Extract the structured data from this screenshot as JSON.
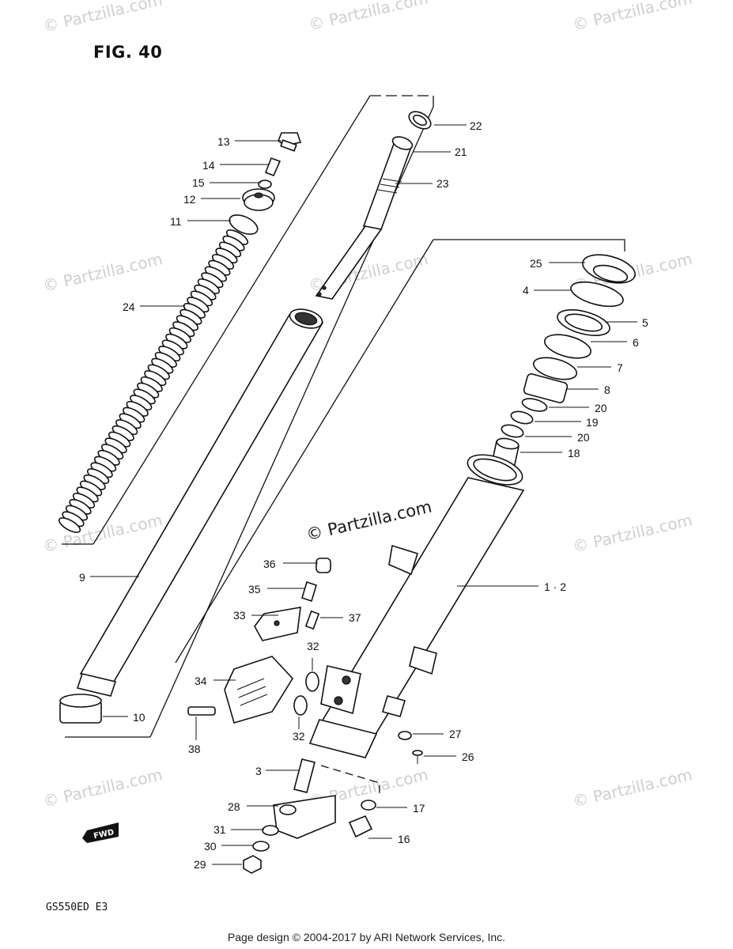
{
  "figure": {
    "title": "FIG. 40",
    "model": "GS550ED  E3"
  },
  "footer": {
    "text": "Page design © 2004-2017 by ARI Network Services, Inc."
  },
  "watermark": {
    "text": "© Partzilla.com",
    "main_text": "© Partzilla.com"
  },
  "direction_badge": {
    "text": "FWD"
  },
  "callouts": [
    {
      "id": "c22",
      "label": "22"
    },
    {
      "id": "c21",
      "label": "21"
    },
    {
      "id": "c23",
      "label": "23"
    },
    {
      "id": "c13",
      "label": "13"
    },
    {
      "id": "c14",
      "label": "14"
    },
    {
      "id": "c15",
      "label": "15"
    },
    {
      "id": "c12",
      "label": "12"
    },
    {
      "id": "c11",
      "label": "11"
    },
    {
      "id": "c24",
      "label": "24"
    },
    {
      "id": "c25",
      "label": "25"
    },
    {
      "id": "c4",
      "label": "4"
    },
    {
      "id": "c5",
      "label": "5"
    },
    {
      "id": "c6",
      "label": "6"
    },
    {
      "id": "c7",
      "label": "7"
    },
    {
      "id": "c8",
      "label": "8"
    },
    {
      "id": "c20a",
      "label": "20"
    },
    {
      "id": "c19",
      "label": "19"
    },
    {
      "id": "c20b",
      "label": "20"
    },
    {
      "id": "c18",
      "label": "18"
    },
    {
      "id": "c1-2",
      "label": "1 · 2"
    },
    {
      "id": "c9",
      "label": "9"
    },
    {
      "id": "c10",
      "label": "10"
    },
    {
      "id": "c36",
      "label": "36"
    },
    {
      "id": "c35",
      "label": "35"
    },
    {
      "id": "c33",
      "label": "33"
    },
    {
      "id": "c37",
      "label": "37"
    },
    {
      "id": "c32a",
      "label": "32"
    },
    {
      "id": "c32b",
      "label": "32"
    },
    {
      "id": "c34",
      "label": "34"
    },
    {
      "id": "c38",
      "label": "38"
    },
    {
      "id": "c27",
      "label": "27"
    },
    {
      "id": "c26",
      "label": "26"
    },
    {
      "id": "c3",
      "label": "3"
    },
    {
      "id": "c28",
      "label": "28"
    },
    {
      "id": "c17",
      "label": "17"
    },
    {
      "id": "c31",
      "label": "31"
    },
    {
      "id": "c16",
      "label": "16"
    },
    {
      "id": "c30",
      "label": "30"
    },
    {
      "id": "c29",
      "label": "29"
    }
  ]
}
